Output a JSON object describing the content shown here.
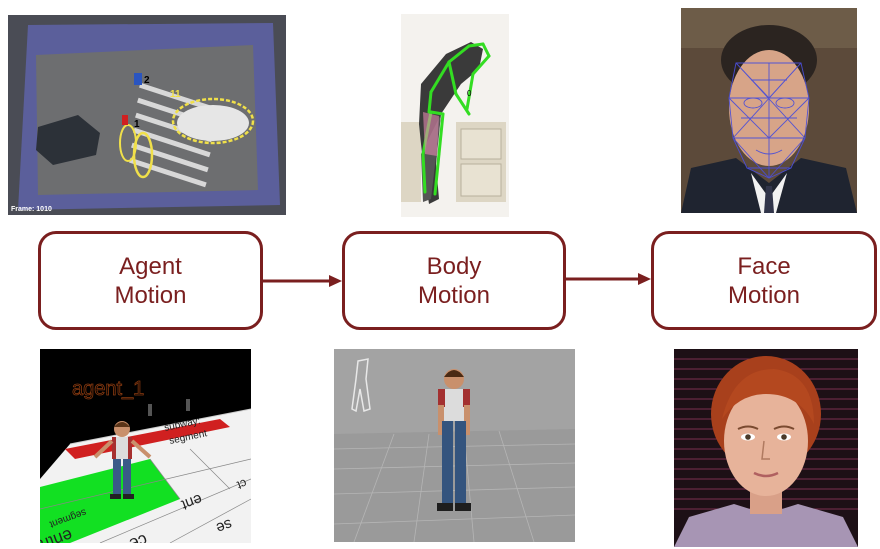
{
  "stages": [
    {
      "line1": "Agent",
      "line2": "Motion"
    },
    {
      "line1": "Body",
      "line2": "Motion"
    },
    {
      "line1": "Face",
      "line2": "Motion"
    }
  ],
  "images": {
    "agent_video": {
      "frame_label": "Frame: 1010",
      "track_ids": [
        "2",
        "11",
        "1"
      ]
    },
    "agent_sim": {
      "label": "agent_1",
      "ground_words": [
        "subway:",
        "segment",
        "segment",
        "entrance",
        "ent",
        "ce",
        "se",
        "ct"
      ]
    },
    "body_photo": {
      "label": "0"
    }
  },
  "colors": {
    "stage_border": "#7a1f1f",
    "arrow": "#7a1f1f",
    "tracker": "#f0e04a",
    "skeleton": "#33dd22",
    "mesh": "#4b4fd8"
  }
}
